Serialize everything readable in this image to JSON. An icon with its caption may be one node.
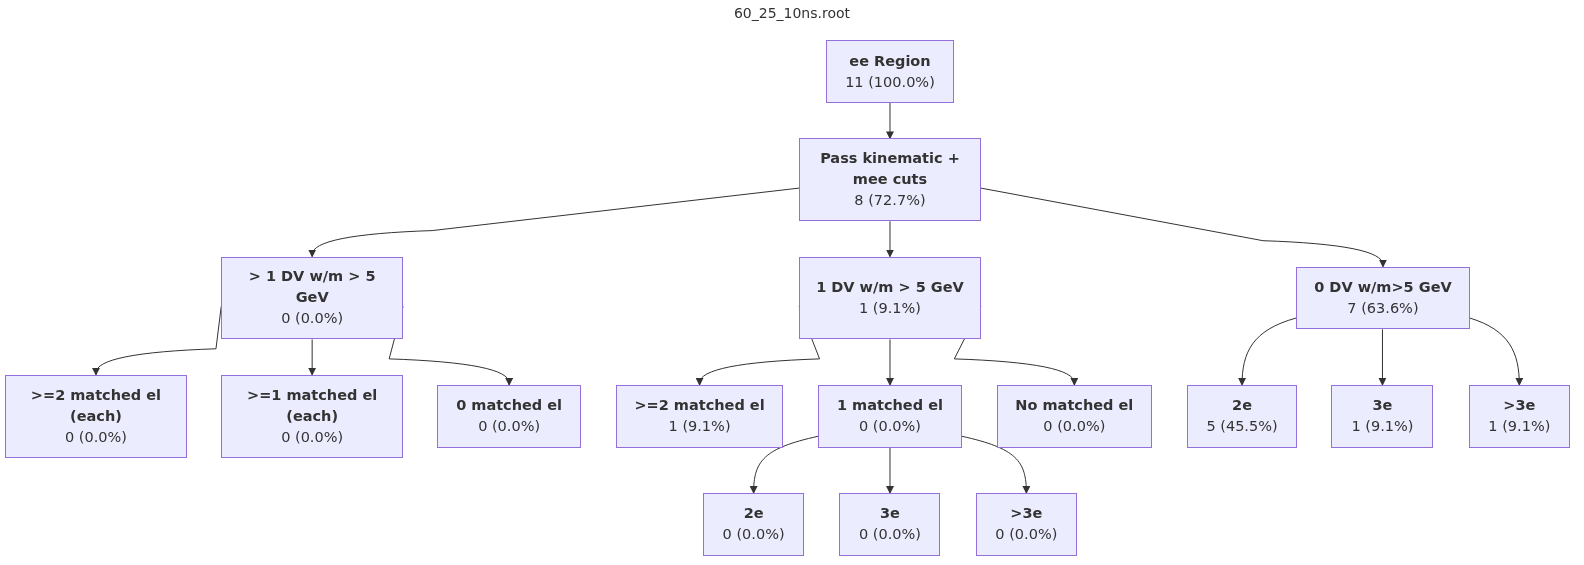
{
  "diagram": {
    "title": "60_25_10ns.root",
    "nodes": [
      {
        "text": [
          "ee Region",
          "11 (100.0%)"
        ]
      },
      {
        "text": [
          "Pass kinematic + mee cuts",
          "8 (72.7%)"
        ]
      },
      {
        "text": [
          "> 1 DV w/m > 5 GeV",
          "0 (0.0%)"
        ]
      },
      {
        "text": [
          "1 DV w/m > 5 GeV",
          "1 (9.1%)"
        ]
      },
      {
        "text": [
          "0 DV w/m>5 GeV",
          "7 (63.6%)"
        ]
      },
      {
        "text": [
          ">=2 matched el (each)",
          "0 (0.0%)"
        ]
      },
      {
        "text": [
          ">=1 matched el (each)",
          "0 (0.0%)"
        ]
      },
      {
        "text": [
          "0 matched el",
          "0 (0.0%)"
        ]
      },
      {
        "text": [
          ">=2 matched el",
          "1 (9.1%)"
        ]
      },
      {
        "text": [
          "1 matched el",
          "0 (0.0%)"
        ]
      },
      {
        "text": [
          "No matched el",
          "0 (0.0%)"
        ]
      },
      {
        "text": [
          "2e",
          "5 (45.5%)"
        ]
      },
      {
        "text": [
          "3e",
          "1 (9.1%)"
        ]
      },
      {
        "text": [
          ">3e",
          "1 (9.1%)"
        ]
      },
      {
        "text": [
          "2e",
          "0 (0.0%)"
        ]
      },
      {
        "text": [
          "3e",
          "0 (0.0%)"
        ]
      },
      {
        "text": [
          ">3e",
          "0 (0.0%)"
        ]
      }
    ],
    "edges": [
      {
        "from": 0,
        "to": 1,
        "arrow": "to"
      },
      {
        "from": 1,
        "to": 2,
        "arrow": "to"
      },
      {
        "from": 1,
        "to": 3,
        "arrow": "to"
      },
      {
        "from": 1,
        "to": 4,
        "arrow": "to"
      },
      {
        "from": 2,
        "to": 5,
        "arrow": "to"
      },
      {
        "from": 2,
        "to": 6,
        "arrow": "to"
      },
      {
        "from": 2,
        "to": 7,
        "arrow": "to"
      },
      {
        "from": 3,
        "to": 8,
        "arrow": "to"
      },
      {
        "from": 3,
        "to": 9,
        "arrow": "to"
      },
      {
        "from": 3,
        "to": 10,
        "arrow": "to"
      },
      {
        "from": 4,
        "to": 11,
        "arrow": "to"
      },
      {
        "from": 4,
        "to": 12,
        "arrow": "to"
      },
      {
        "from": 4,
        "to": 13,
        "arrow": "to"
      },
      {
        "from": 9,
        "to": 14,
        "arrow": "to"
      },
      {
        "from": 9,
        "to": 15,
        "arrow": "to"
      },
      {
        "from": 9,
        "to": 16,
        "arrow": "to"
      }
    ]
  }
}
